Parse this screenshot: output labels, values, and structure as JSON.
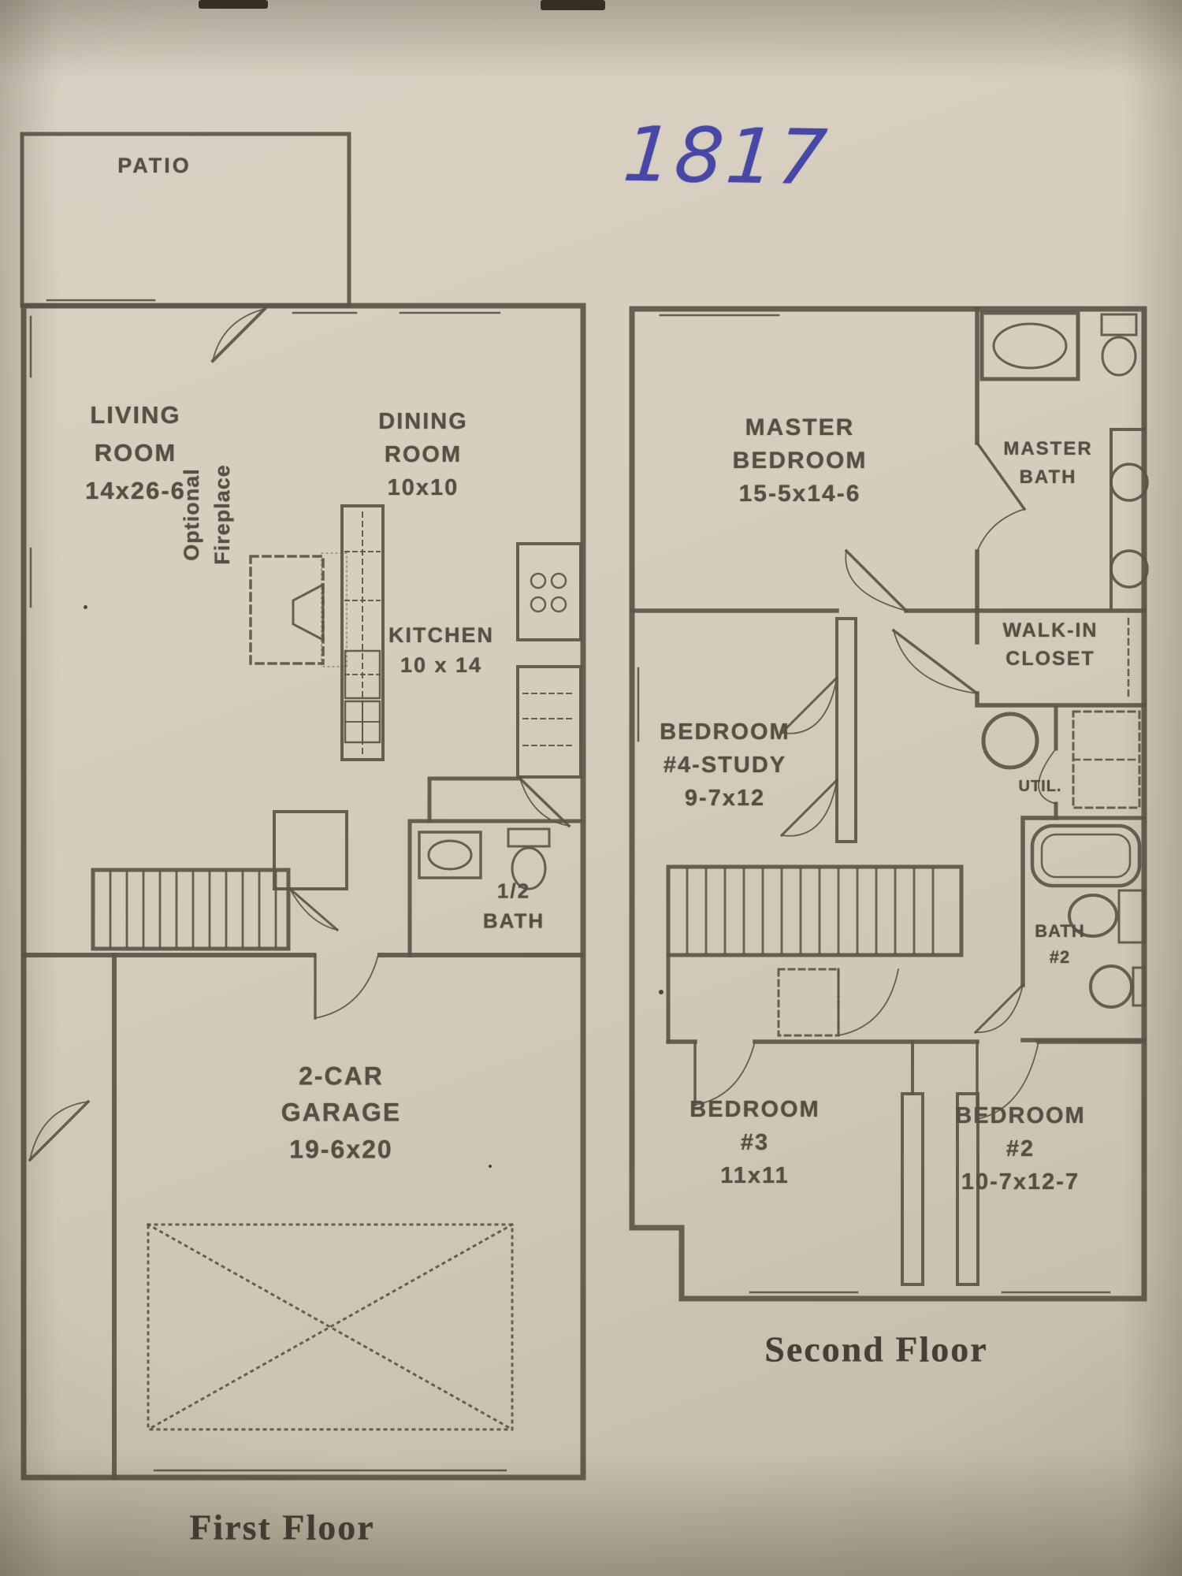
{
  "document": {
    "handwritten_number": "1817",
    "first_floor": {
      "caption": "First Floor",
      "rooms": [
        {
          "name": "patio",
          "lines": [
            "PATIO"
          ]
        },
        {
          "name": "living-room",
          "lines": [
            "LIVING",
            "ROOM",
            "14x26-6"
          ]
        },
        {
          "name": "dining-room",
          "lines": [
            "DINING",
            "ROOM",
            "10x10"
          ]
        },
        {
          "name": "optional-fireplace",
          "lines": [
            "Optional",
            "Fireplace"
          ]
        },
        {
          "name": "kitchen",
          "lines": [
            "KITCHEN",
            "10 x 14"
          ]
        },
        {
          "name": "half-bath",
          "lines": [
            "1/2",
            "BATH"
          ]
        },
        {
          "name": "garage",
          "lines": [
            "2-CAR",
            "GARAGE",
            "19-6x20"
          ]
        }
      ]
    },
    "second_floor": {
      "caption": "Second Floor",
      "rooms": [
        {
          "name": "master-bedroom",
          "lines": [
            "MASTER",
            "BEDROOM",
            "15-5x14-6"
          ]
        },
        {
          "name": "master-bath",
          "lines": [
            "MASTER",
            "BATH"
          ]
        },
        {
          "name": "walk-in-closet",
          "lines": [
            "WALK-IN",
            "CLOSET"
          ]
        },
        {
          "name": "bedroom-4-study",
          "lines": [
            "BEDROOM",
            "#4-STUDY",
            "9-7x12"
          ]
        },
        {
          "name": "utility",
          "lines": [
            "UTIL."
          ]
        },
        {
          "name": "bath-2",
          "lines": [
            "BATH",
            "#2"
          ]
        },
        {
          "name": "bedroom-3",
          "lines": [
            "BEDROOM",
            "#3",
            "11x11"
          ]
        },
        {
          "name": "bedroom-2",
          "lines": [
            "BEDROOM",
            "#2",
            "10-7x12-7"
          ]
        }
      ]
    },
    "colors": {
      "paper": "#d6cdbe",
      "ink": "#5b5349",
      "pen_blue": "#4747a6"
    }
  }
}
